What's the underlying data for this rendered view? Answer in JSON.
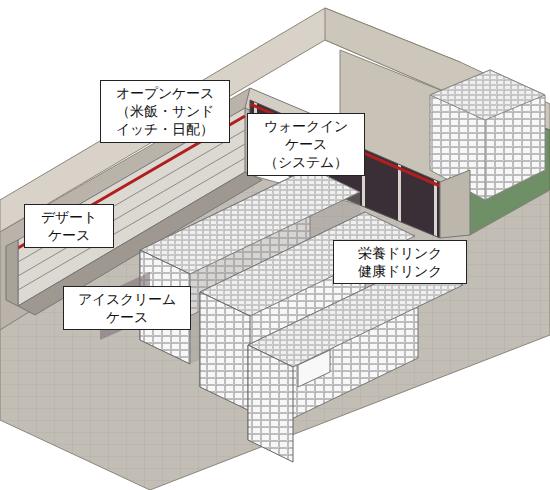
{
  "diagram": {
    "nodes": [
      {
        "text": [
          "オープンケース （米飯・サンド イッチ・日配）"
        ]
      },
      {
        "text": [
          "ウォークイン ケース （システム）"
        ]
      },
      {
        "text": [
          "デザート ケース"
        ]
      },
      {
        "text": [
          "栄養ドリンク 健康ドリンク"
        ]
      },
      {
        "text": [
          "アイスクリーム ケース"
        ]
      }
    ]
  }
}
